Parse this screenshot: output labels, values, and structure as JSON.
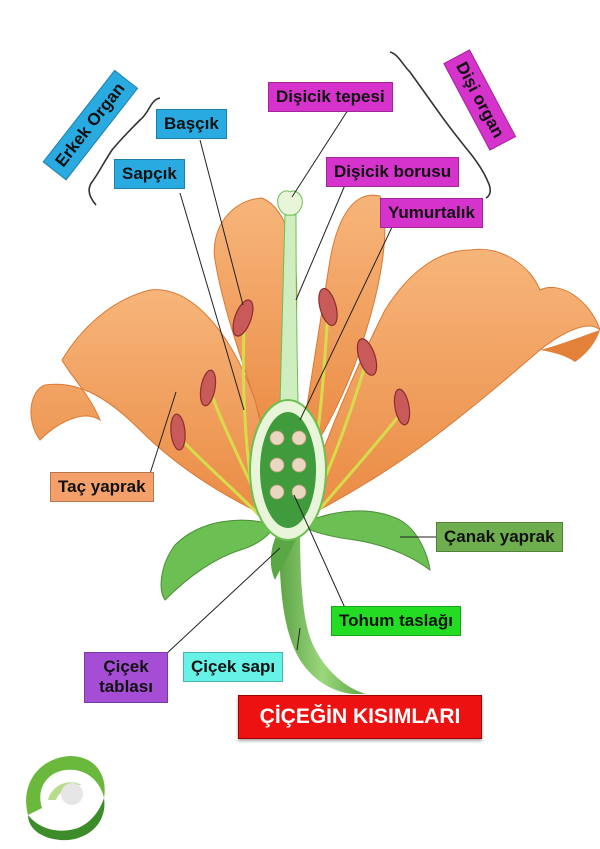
{
  "title": "ÇİÇEĞİN KISIMLARI",
  "labels": {
    "erkek_organ": "Erkek Organ",
    "disi_organ": "Dişi organ",
    "bascik": "Başçık",
    "sapcik": "Sapçık",
    "disicik_tepesi": "Dişicik tepesi",
    "disicik_borusu": "Dişicik borusu",
    "yumurtalik": "Yumurtalık",
    "tac_yaprak": "Taç yaprak",
    "canak_yaprak": "Çanak yaprak",
    "tohum_taslagi": "Tohum taslağı",
    "cicek_tablasi": "Çiçek tablası",
    "cicek_sapi": "Çiçek sapı"
  },
  "colors": {
    "male_label": "#29abe2",
    "female_label": "#d633cc",
    "petal_label": "#f5a06a",
    "sepal_label": "#6fae4f",
    "seed_label": "#22dd22",
    "receptacle_label": "#a64dd6",
    "stem_label": "#66f2e6",
    "title": "#ee1111",
    "petal": "#f4a35f",
    "leaf": "#6cbf52",
    "stem": "#7bc25e"
  },
  "logo": {
    "icon": "green-swirl-logo-icon"
  }
}
